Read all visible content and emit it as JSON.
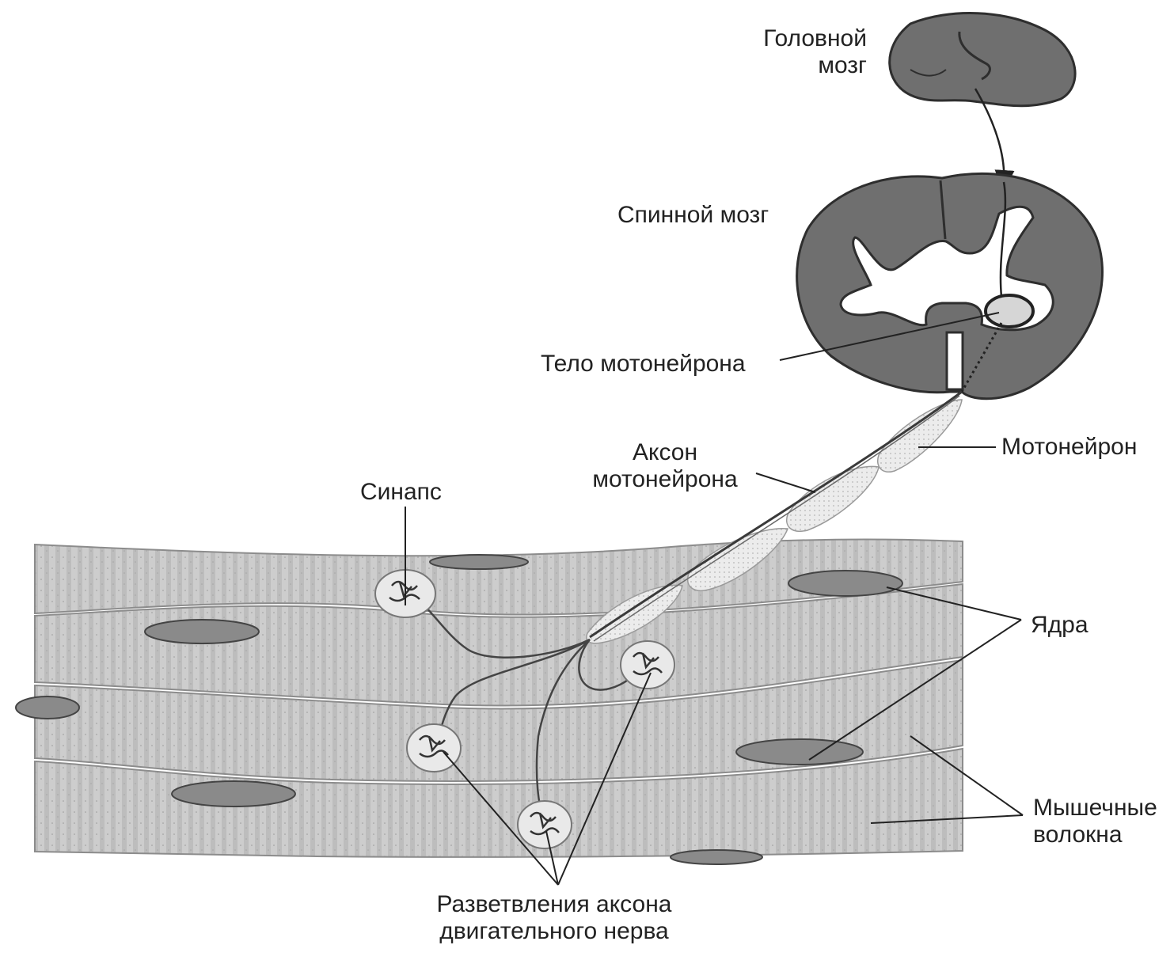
{
  "labels": {
    "brain_line1": "Головной",
    "brain_line2": "мозг",
    "spinal_cord": "Спинной мозг",
    "neuron_body": "Тело мотонейрона",
    "axon_line1": "Аксон",
    "axon_line2": "мотонейрона",
    "motoneuron": "Мотонейрон",
    "synapse": "Синапс",
    "nuclei": "Ядра",
    "fibers_line1": "Мышечные",
    "fibers_line2": "волокна",
    "branches_line1": "Разветвления аксона",
    "branches_line2": "двигательного нерва"
  },
  "colors": {
    "tissue": "#6f6f6f",
    "fiber": "#c9c9c9",
    "nucleus": "#8a8a8a",
    "myelin": "#e6e6e6",
    "text": "#222222"
  }
}
